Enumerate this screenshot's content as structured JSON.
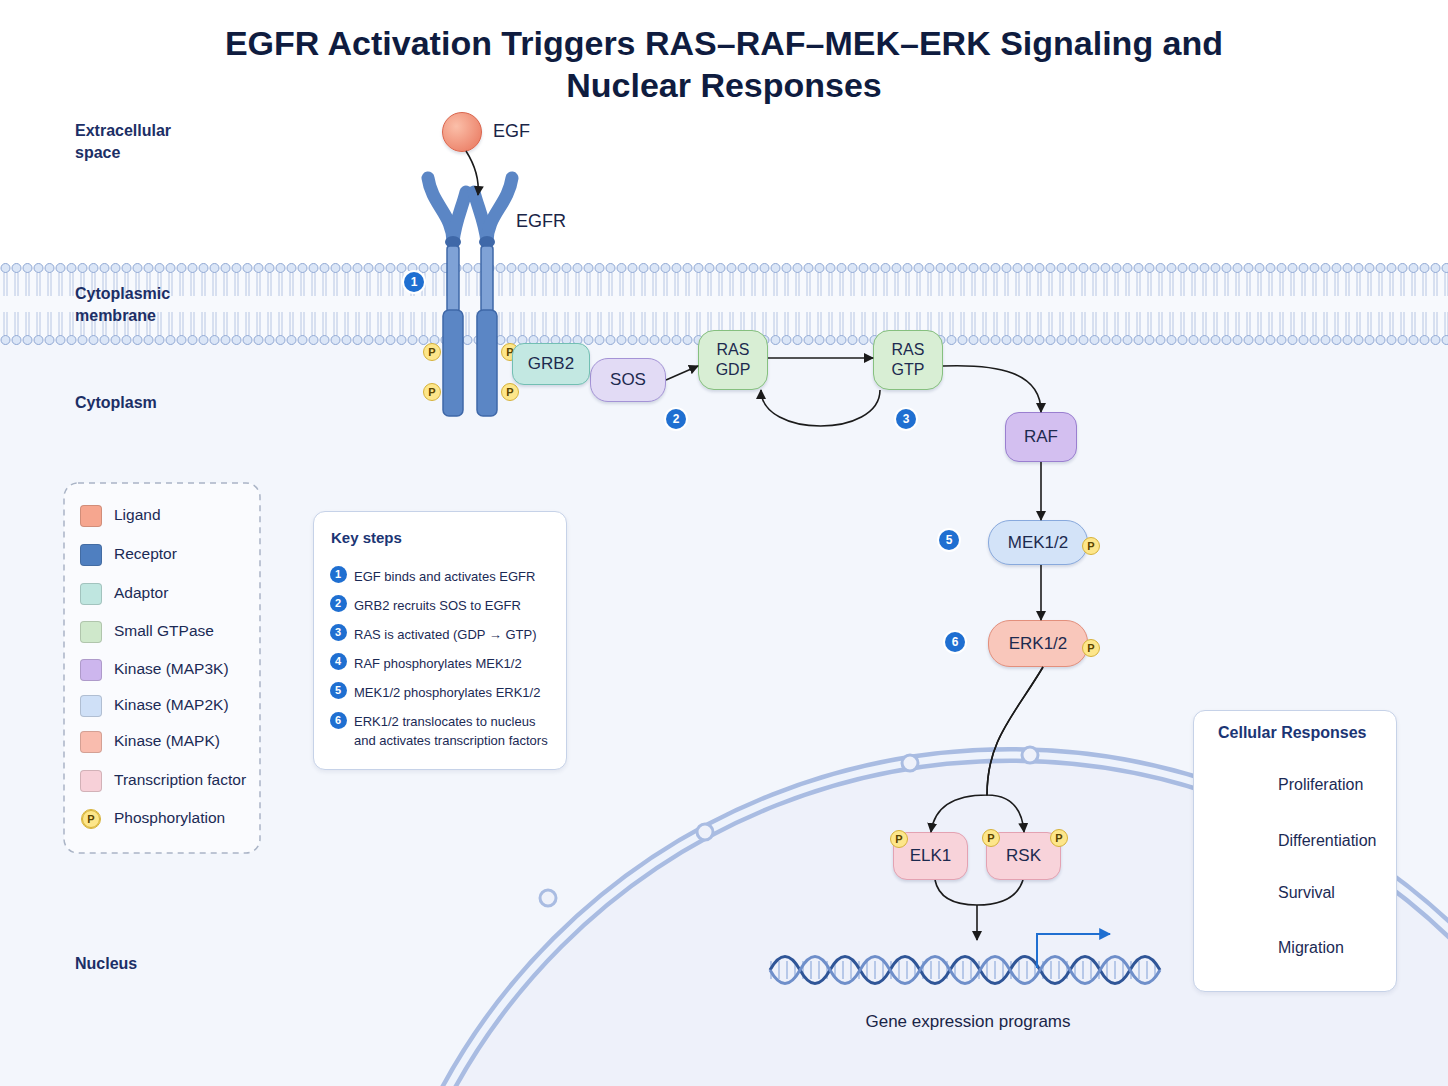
{
  "diagram": {
    "title": "EGFR Activation Triggers RAS–RAF–MEK–ERK Signaling and Nuclear Responses",
    "nodes": [
      {
        "text": [
          "EGF"
        ]
      },
      {
        "text": [
          "EGFR"
        ]
      },
      {
        "text": [
          "GRB2"
        ]
      },
      {
        "text": [
          "SOS"
        ]
      },
      {
        "text": [
          "RAS GDP"
        ]
      },
      {
        "text": [
          "RAS GTP"
        ]
      },
      {
        "text": [
          "RAF"
        ]
      },
      {
        "text": [
          "MEK1/2"
        ]
      },
      {
        "text": [
          "ERK1/2"
        ]
      },
      {
        "text": [
          "ELK1"
        ]
      },
      {
        "text": [
          "RSK"
        ]
      },
      {
        "text": [
          "Key steps",
          "EGF binds and activates EGFR",
          "GRB2 recruits SOS to EGFR",
          "RAS is activated (GDP → GTP)",
          "RAF phosphorylates MEK1/2",
          "MEK1/2 phosphorylates ERK1/2",
          "ERK1/2 translocates to nucleus and activates transcription factors"
        ]
      },
      {
        "text": [
          "Cellular Responses",
          "Proliferation",
          "Differentiation",
          "Survival",
          "Migration"
        ]
      }
    ],
    "edges": [
      {
        "from": 0,
        "to": 1,
        "arrow": "to"
      },
      {
        "from": 3,
        "to": 4,
        "arrow": "to"
      },
      {
        "from": 4,
        "to": 5,
        "arrow": "to"
      },
      {
        "from": 5,
        "to": 4,
        "arrow": "to"
      },
      {
        "from": 5,
        "to": 6,
        "arrow": "to"
      },
      {
        "from": 6,
        "to": 7,
        "arrow": "to"
      },
      {
        "from": 7,
        "to": 8,
        "arrow": "to"
      },
      {
        "from": 8,
        "to": 9,
        "arrow": "to"
      },
      {
        "from": 8,
        "to": 10,
        "arrow": "to"
      }
    ],
    "labels": [
      "Extracellular space",
      "Cytoplasmic membrane",
      "Cytoplasm",
      "Nucleus",
      "1",
      "2",
      "3",
      "5",
      "6",
      "P",
      "P",
      "P",
      "P",
      "P",
      "P",
      "P",
      "P",
      "P",
      "1",
      "2",
      "3",
      "4",
      "5",
      "6",
      "P",
      "Gene expression programs"
    ],
    "legend": [
      {
        "text": "Ligand",
        "color": "#f6a68f"
      },
      {
        "text": "Receptor",
        "color": "#4f7fc0"
      },
      {
        "text": "Adaptor",
        "color": "#bfe6e0"
      },
      {
        "text": "Small GTPase",
        "color": "#cfe8cb"
      },
      {
        "text": "Kinase (MAP3K)",
        "color": "#cdb6ee"
      },
      {
        "text": "Kinase (MAP2K)",
        "color": "#cfe0f7"
      },
      {
        "text": "Kinase (MAPK)",
        "color": "#f9bcae"
      },
      {
        "text": "Transcription factor",
        "color": "#f7d0d8"
      },
      {
        "text": "Phosphorylation",
        "color": "#fde68a"
      }
    ]
  }
}
